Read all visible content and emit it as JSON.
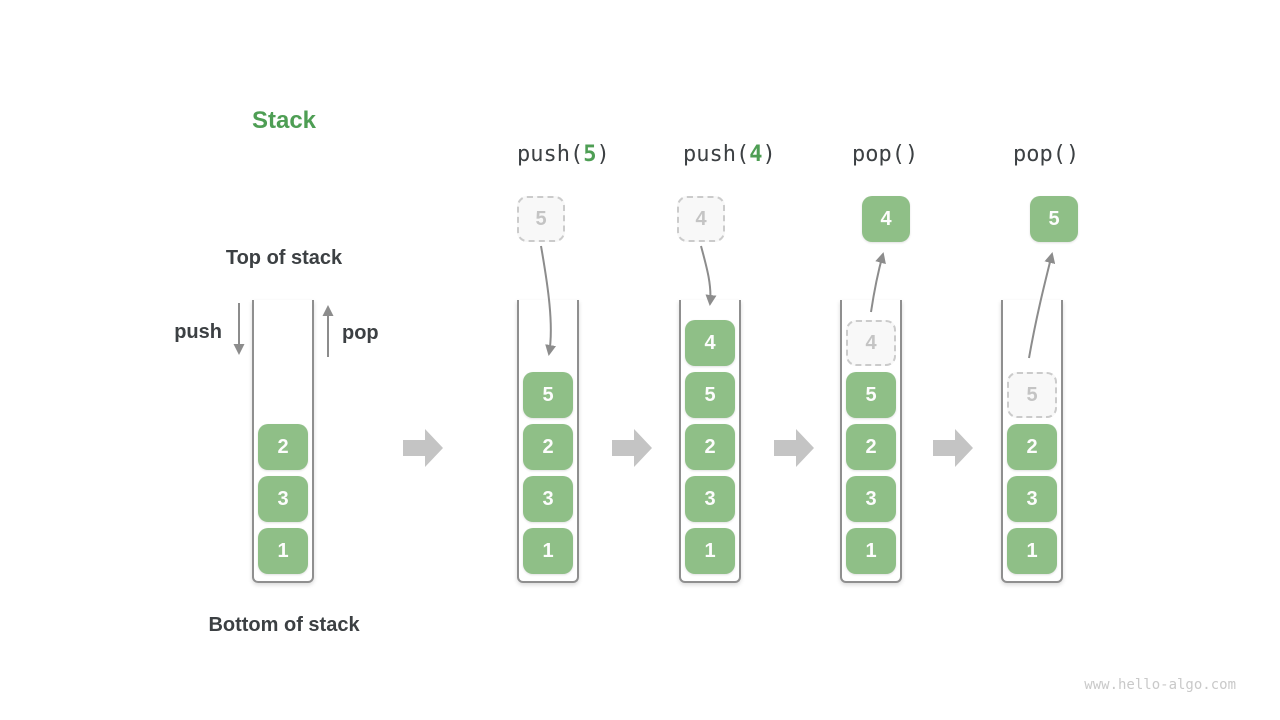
{
  "title": "Stack",
  "labels": {
    "top_of_stack": "Top of stack",
    "bottom_of_stack": "Bottom of stack",
    "push": "push",
    "pop": "pop"
  },
  "operations": [
    {
      "prefix": "push(",
      "value": "5",
      "suffix": ")"
    },
    {
      "prefix": "push(",
      "value": "4",
      "suffix": ")"
    },
    {
      "prefix": "pop()",
      "value": "",
      "suffix": ""
    },
    {
      "prefix": "pop()",
      "value": "",
      "suffix": ""
    }
  ],
  "stacks": [
    {
      "values": [
        "2",
        "3",
        "1"
      ]
    },
    {
      "values": [
        "5",
        "2",
        "3",
        "1"
      ],
      "incoming": "5"
    },
    {
      "values": [
        "4",
        "5",
        "2",
        "3",
        "1"
      ],
      "incoming": "4"
    },
    {
      "values": [
        "5",
        "2",
        "3",
        "1"
      ],
      "ghost": "4",
      "popped": "4"
    },
    {
      "values": [
        "2",
        "3",
        "1"
      ],
      "ghost": "5",
      "popped": "5"
    }
  ],
  "watermark": "www.hello-algo.com",
  "colors": {
    "green": "#8FBF87",
    "green-dark": "#4E9E54",
    "text-dark": "#3C4043",
    "cell-text": "#FDFDFD",
    "arrow": "#8C8C8C",
    "block-arrow": "#C4C4C4",
    "ghost-border": "#CBCBCB",
    "ghost-fill": "#F8F8F8",
    "ghost-text": "#C4C4C4",
    "container-border": "#8F8F8F",
    "watermark": "#C9C9C9"
  }
}
